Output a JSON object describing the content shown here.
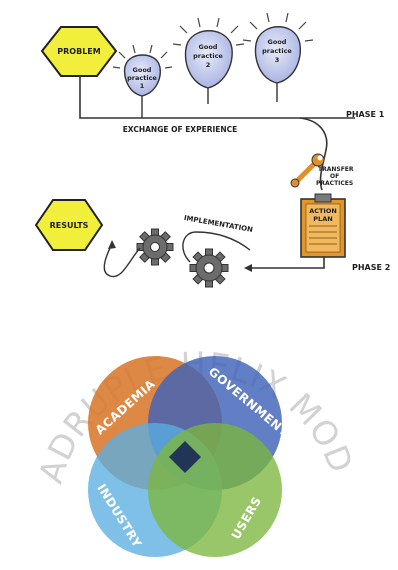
{
  "process_diagram": {
    "problem_label": "PROBLEM",
    "bulbs": [
      {
        "line1": "Good",
        "line2": "practice",
        "num": "1"
      },
      {
        "line1": "Good",
        "line2": "practice",
        "num": "2"
      },
      {
        "line1": "Good",
        "line2": "practice",
        "num": "3"
      }
    ],
    "exchange_label": "EXCHANGE OF EXPERIENCE",
    "phase1_label": "PHASE 1",
    "transfer_line1": "TRANSFER",
    "transfer_line2": "OF",
    "transfer_line3": "PRACTICES",
    "action_plan_line1": "ACTION",
    "action_plan_line2": "PLAN",
    "implementation_label": "IMPLEMENTATION",
    "results_label": "RESULTS",
    "phase2_label": "PHASE 2"
  },
  "helix_model": {
    "title_arc": "QUADRUPLE HELIX MODEL",
    "circles": [
      {
        "label": "ACADEMIA",
        "color": "#d8772a"
      },
      {
        "label": "GOVERNMENT",
        "color": "#3f63b8"
      },
      {
        "label": "INDUSTRY",
        "color": "#5aaee0"
      },
      {
        "label": "USERS",
        "color": "#7cb63e"
      }
    ],
    "center_color": "#1c2f55"
  }
}
